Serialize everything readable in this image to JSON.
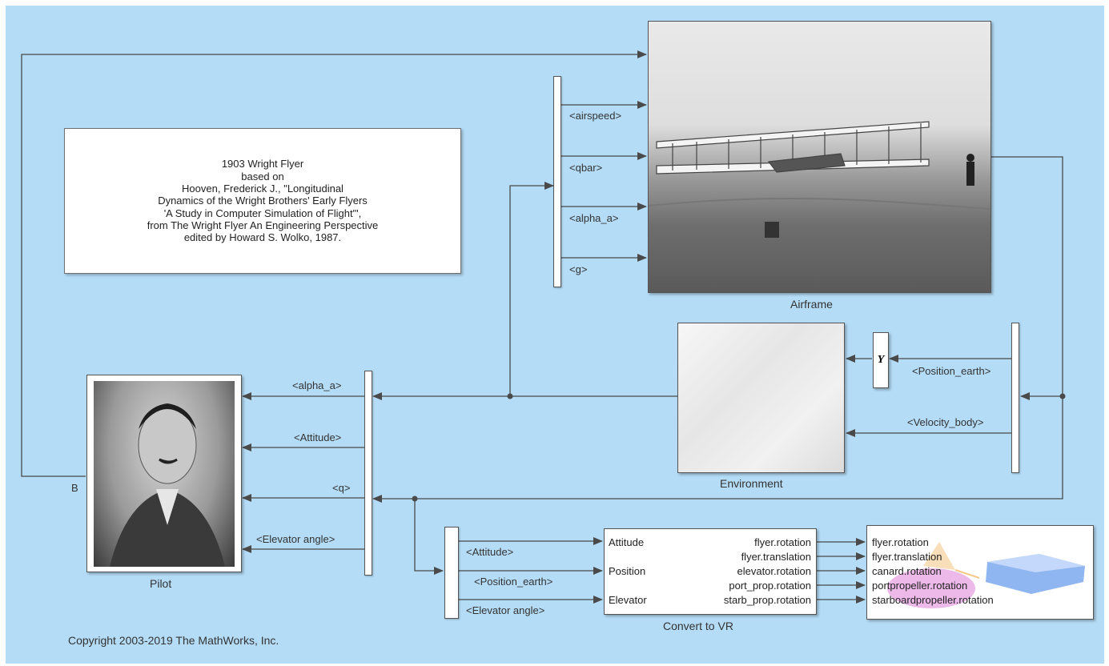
{
  "annotation": {
    "lines": [
      "1903 Wright Flyer",
      "based on",
      "Hooven, Frederick J., \"Longitudinal",
      "Dynamics of the Wright Brothers' Early Flyers",
      "'A Study in Computer Simulation of Flight'\",",
      "from The Wright Flyer An Engineering Perspective",
      "edited by Howard S. Wolko, 1987."
    ]
  },
  "blocks": {
    "airframe": "Airframe",
    "environment": "Environment",
    "pilot": "Pilot",
    "convert": "Convert to VR",
    "y_symbol": "Y"
  },
  "signals": {
    "airspeed": "<airspeed>",
    "qbar": "<qbar>",
    "alpha_a_top": "<alpha_a>",
    "g": "<g>",
    "position_earth_right": "<Position_earth>",
    "velocity_body": "<Velocity_body>",
    "alpha_a_left": "<alpha_a>",
    "attitude_left": "<Attitude>",
    "q": "<q>",
    "elevator_angle_left": "<Elevator angle>",
    "attitude_bottom": "<Attitude>",
    "position_earth_bottom": "<Position_earth>",
    "elevator_angle_bottom": "<Elevator angle>",
    "b_label": "B"
  },
  "convert_ports": {
    "inputs": [
      "Attitude",
      "Position",
      "Elevator"
    ],
    "outputs": [
      "flyer.rotation",
      "flyer.translation",
      "elevator.rotation",
      "port_prop.rotation",
      "starb_prop.rotation"
    ]
  },
  "vr_ports": [
    "flyer.rotation",
    "flyer.translation",
    "canard.rotation",
    "portpropeller.rotation",
    "starboardpropeller.rotation"
  ],
  "footer": {
    "copyright": "Copyright 2003-2019 The MathWorks, Inc."
  },
  "colors": {
    "canvas": "#b4dcf7",
    "wire": "#4a4a4a"
  }
}
